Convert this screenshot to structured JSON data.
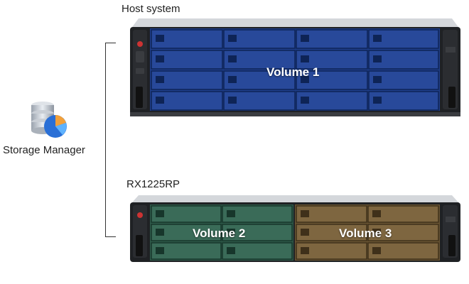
{
  "storage_manager": {
    "label": "Storage Manager",
    "icon": "storage-manager-icon"
  },
  "host": {
    "title": "Host system",
    "volume": "Volume 1",
    "color": "#1f3f8c"
  },
  "expansion": {
    "title": "RX1225RP",
    "volumes": [
      {
        "label": "Volume 2",
        "color": "#2f5a4a"
      },
      {
        "label": "Volume 3",
        "color": "#6b5634"
      }
    ]
  }
}
